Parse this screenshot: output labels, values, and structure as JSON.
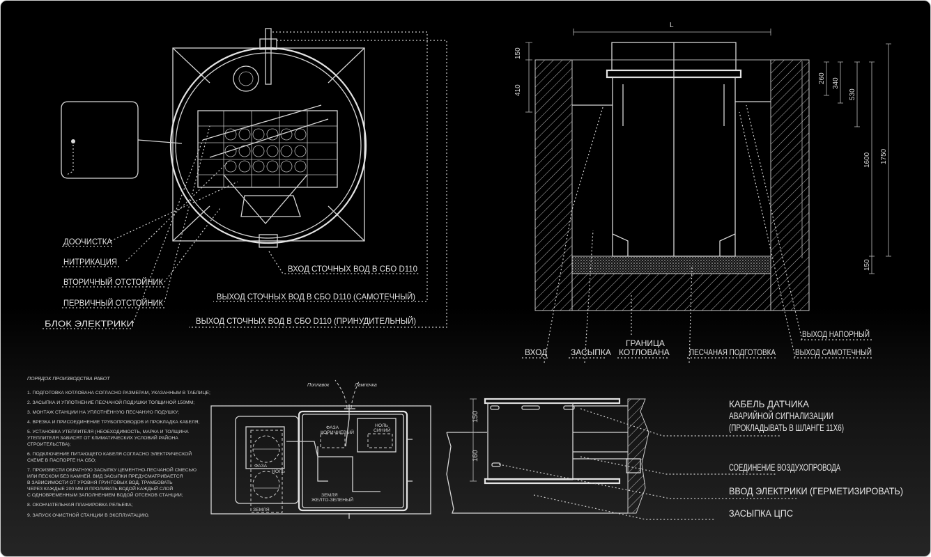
{
  "plan_view": {
    "left_labels": [
      "ДООЧИСТКА",
      "НИТРИКАЦИЯ",
      "ВТОРИЧНЫЙ ОТСТОЙНИК",
      "ПЕРВИЧНЫЙ ОТСТОЙНИК",
      "БЛОК ЭЛЕКТРИКИ"
    ],
    "right_labels": [
      "ВХОД СТОЧНЫХ ВОД В СБО D110",
      "ВЫХОД СТОЧНЫХ ВОД В СБО D110 (САМОТЕЧНЫЙ)",
      "ВЫХОД СТОЧНЫХ ВОД В СБО D110 (ПРИНУДИТЕЛЬНЫЙ)"
    ]
  },
  "section_view": {
    "width_label": "L",
    "left_dims": [
      "150",
      "410"
    ],
    "right_dims": [
      "260",
      "340",
      "530",
      "1600",
      "1750",
      "150"
    ],
    "labels": {
      "inlet": "ВХОД",
      "backfill": "ЗАСЫПКА",
      "pit_boundary_1": "ГРАНИЦА",
      "pit_boundary_2": "КОТЛОВАНА",
      "sand_bed": "ПЕСЧАНАЯ ПОДГОТОВКА",
      "pressure_outlet": "ВЫХОД НАПОРНЫЙ",
      "gravity_outlet": "ВЫХОД САМОТЕЧНЫЙ"
    }
  },
  "instructions": {
    "title": "ПОРЯДОК ПРОИЗВОДСТВА РАБОТ",
    "items": [
      [
        "1. ПОДГОТОВКА КОТЛОВАНА СОГЛАСНО РАЗМЕРАМ, УКАЗАННЫМ В ТАБЛИЦЕ;"
      ],
      [
        "2. ЗАСЫПКА И УПЛОТНЕНИЕ ПЕСЧАНОЙ ПОДУШКИ ТОЛЩИНОЙ 150ММ;"
      ],
      [
        "3. МОНТАЖ СТАНЦИИ НА УПЛОТНЁННУЮ ПЕСЧАНУЮ ПОДУШКУ;"
      ],
      [
        "4. ВРЕЗКА И ПРИСОЕДИНЕНИЕ ТРУБОПРОВОДОВ И ПРОКЛАДКА КАБЕЛЯ;"
      ],
      [
        "5. УСТАНОВКА УТЕПЛИТЕЛЯ (НЕОБХОДИМОСТЬ, МАРКА И ТОЛЩИНА",
        "УТЕПЛИТЕЛЯ ЗАВИСЯТ ОТ КЛИМАТИЧЕСКИХ УСЛОВИЙ РАЙОНА",
        "СТРОИТЕЛЬСТВА);"
      ],
      [
        "6. ПОДКЛЮЧЕНИЕ ПИТАЮЩЕГО КАБЕЛЯ СОГЛАСНО ЭЛЕКТРИЧЕСКОЙ",
        "СХЕМЕ В ПАСПОРТЕ НА СБО;"
      ],
      [
        "7. ПРОИЗВЕСТИ ОБРАТНУЮ ЗАСЫПКУ ЦЕМЕНТНО-ПЕСЧАНОЙ СМЕСЬЮ",
        "ИЛИ ПЕСКОМ БЕЗ КАМНЕЙ. ВИД ЗАСЫПКИ ПРЕДУСМАТРИВАЕТСЯ",
        "В ЗАВИСИМОСТИ ОТ УРОВНЯ ГРУНТОВЫХ ВОД, ТРАМБОВАТЬ",
        "ЧЕРЕЗ КАЖДЫЕ 200 ММ И ПРОЛИВАТЬ ВОДОЙ КАЖДЫЙ СЛОЙ",
        "С ОДНОВРЕМЕННЫМ ЗАПОЛНЕНИЕМ ВОДОЙ ОТСЕКОВ СТАНЦИИ;"
      ],
      [
        "8. ОКОНЧАТЕЛЬНАЯ ПЛАНИРОВКА РЕЛЬЕФА;"
      ],
      [
        "9. ЗАПУСК ОЧИСТНОЙ СТАНЦИИ В ЭКСПЛУАТАЦИЮ."
      ]
    ]
  },
  "wiring": {
    "float": "Поплавок",
    "lamp": "Лампочка",
    "phase_brown_1": "ФАЗА",
    "phase_brown_2": "КОРИЧНЕВЫЙ",
    "neutral_blue_1": "НОЛЬ",
    "neutral_blue_2": "СИНИЙ",
    "phase": "ФАЗА",
    "neutral": "НОЛЬ",
    "ground": "ЗЕМЛЯ",
    "ground_yg_1": "ЗЕМЛЯ",
    "ground_yg_2": "ЖЕЛТО-ЗЕЛЕНЫЙ"
  },
  "detail_view": {
    "dims": [
      "150",
      "160"
    ],
    "labels": {
      "sensor_cable_1": "КАБЕЛЬ ДАТЧИКА",
      "sensor_cable_2": "АВАРИЙНОЙ СИГНАЛИЗАЦИИ",
      "sensor_cable_3": "(ПРОКЛАДЫВАТЬ В ШЛАНГЕ 11Х6)",
      "air_duct": "СОЕДИНЕНИЕ ВОЗДУХОПРОВОДА",
      "power_entry": "ВВОД ЭЛЕКТРИКИ (ГЕРМЕТИЗИРОВАТЬ)",
      "backfill": "ЗАСЫПКА ЦПС"
    }
  }
}
